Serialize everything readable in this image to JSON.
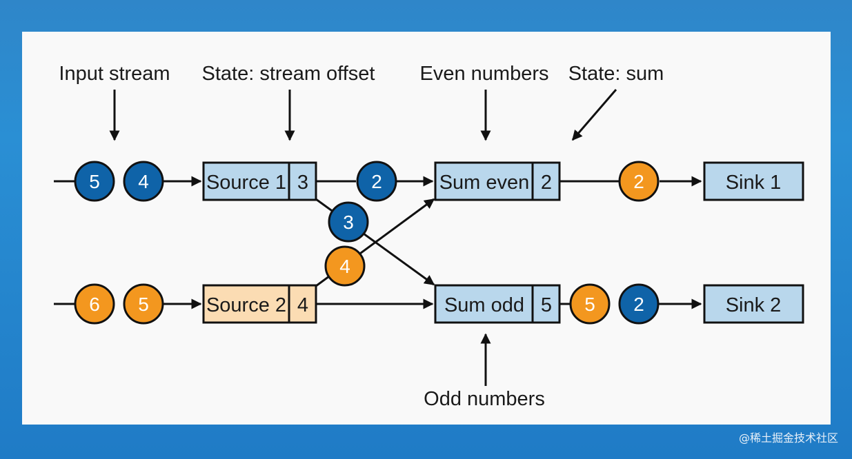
{
  "labels": {
    "input_stream": "Input stream",
    "state_offset": "State: stream offset",
    "even_numbers": "Even numbers",
    "state_sum": "State: sum",
    "odd_numbers": "Odd numbers"
  },
  "operators": {
    "source1": {
      "name": "Source 1",
      "state": "3"
    },
    "source2": {
      "name": "Source 2",
      "state": "4"
    },
    "sum_even": {
      "name": "Sum even",
      "state": "2"
    },
    "sum_odd": {
      "name": "Sum odd",
      "state": "5"
    },
    "sink1": {
      "name": "Sink 1"
    },
    "sink2": {
      "name": "Sink 2"
    }
  },
  "records": {
    "in1_a": "5",
    "in1_b": "4",
    "in2_a": "6",
    "in2_b": "5",
    "s1_to_even": "2",
    "s1_to_odd": "3",
    "s2_to_even": "4",
    "even_to_sink1": "2",
    "odd_to_sink2_a": "5",
    "odd_to_sink2_b": "2"
  },
  "colors": {
    "blue_record": "#0f63a8",
    "orange_record": "#f3971f",
    "blue_box": "#b9d7ec",
    "orange_box": "#fbdcb3",
    "line": "#111111"
  },
  "watermark": "@稀土掘金技术社区"
}
